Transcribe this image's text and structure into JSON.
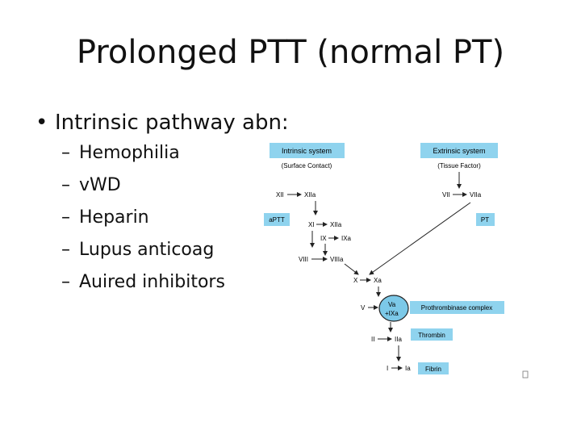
{
  "slide": {
    "title": "Prolonged PTT (normal PT)",
    "bullet": "Intrinsic pathway abn:",
    "sub_items": [
      "Hemophilia",
      "vWD",
      "Heparin",
      "Lupus anticoag",
      "Auired inhibitors"
    ]
  },
  "diagram": {
    "intrinsic_title": "Intrinsic system",
    "intrinsic_sub": "(Surface Contact)",
    "extrinsic_title": "Extrinsic system",
    "extrinsic_sub": "(Tissue Factor)",
    "aptt": "aPTT",
    "pt": "PT",
    "xii": "XII",
    "xiia": "XIIa",
    "xi": "XI",
    "xiia2": "XIIa",
    "ix": "IX",
    "ixa": "IXa",
    "viii": "VIII",
    "viiia": "VIIIa",
    "vii": "VII",
    "viia": "VIIa",
    "x": "X",
    "xa": "Xa",
    "v": "V",
    "va": "Va",
    "ixa2": "+IXa",
    "prothrombinase": "Prothrombinase complex",
    "ii": "II",
    "iia": "IIa",
    "thrombin": "Thrombin",
    "i": "I",
    "ia": "Ia",
    "fibrin": "Fibrin"
  },
  "colors": {
    "label_fill": "#8fd3ee",
    "complex_fill": "#7cc9e8"
  }
}
